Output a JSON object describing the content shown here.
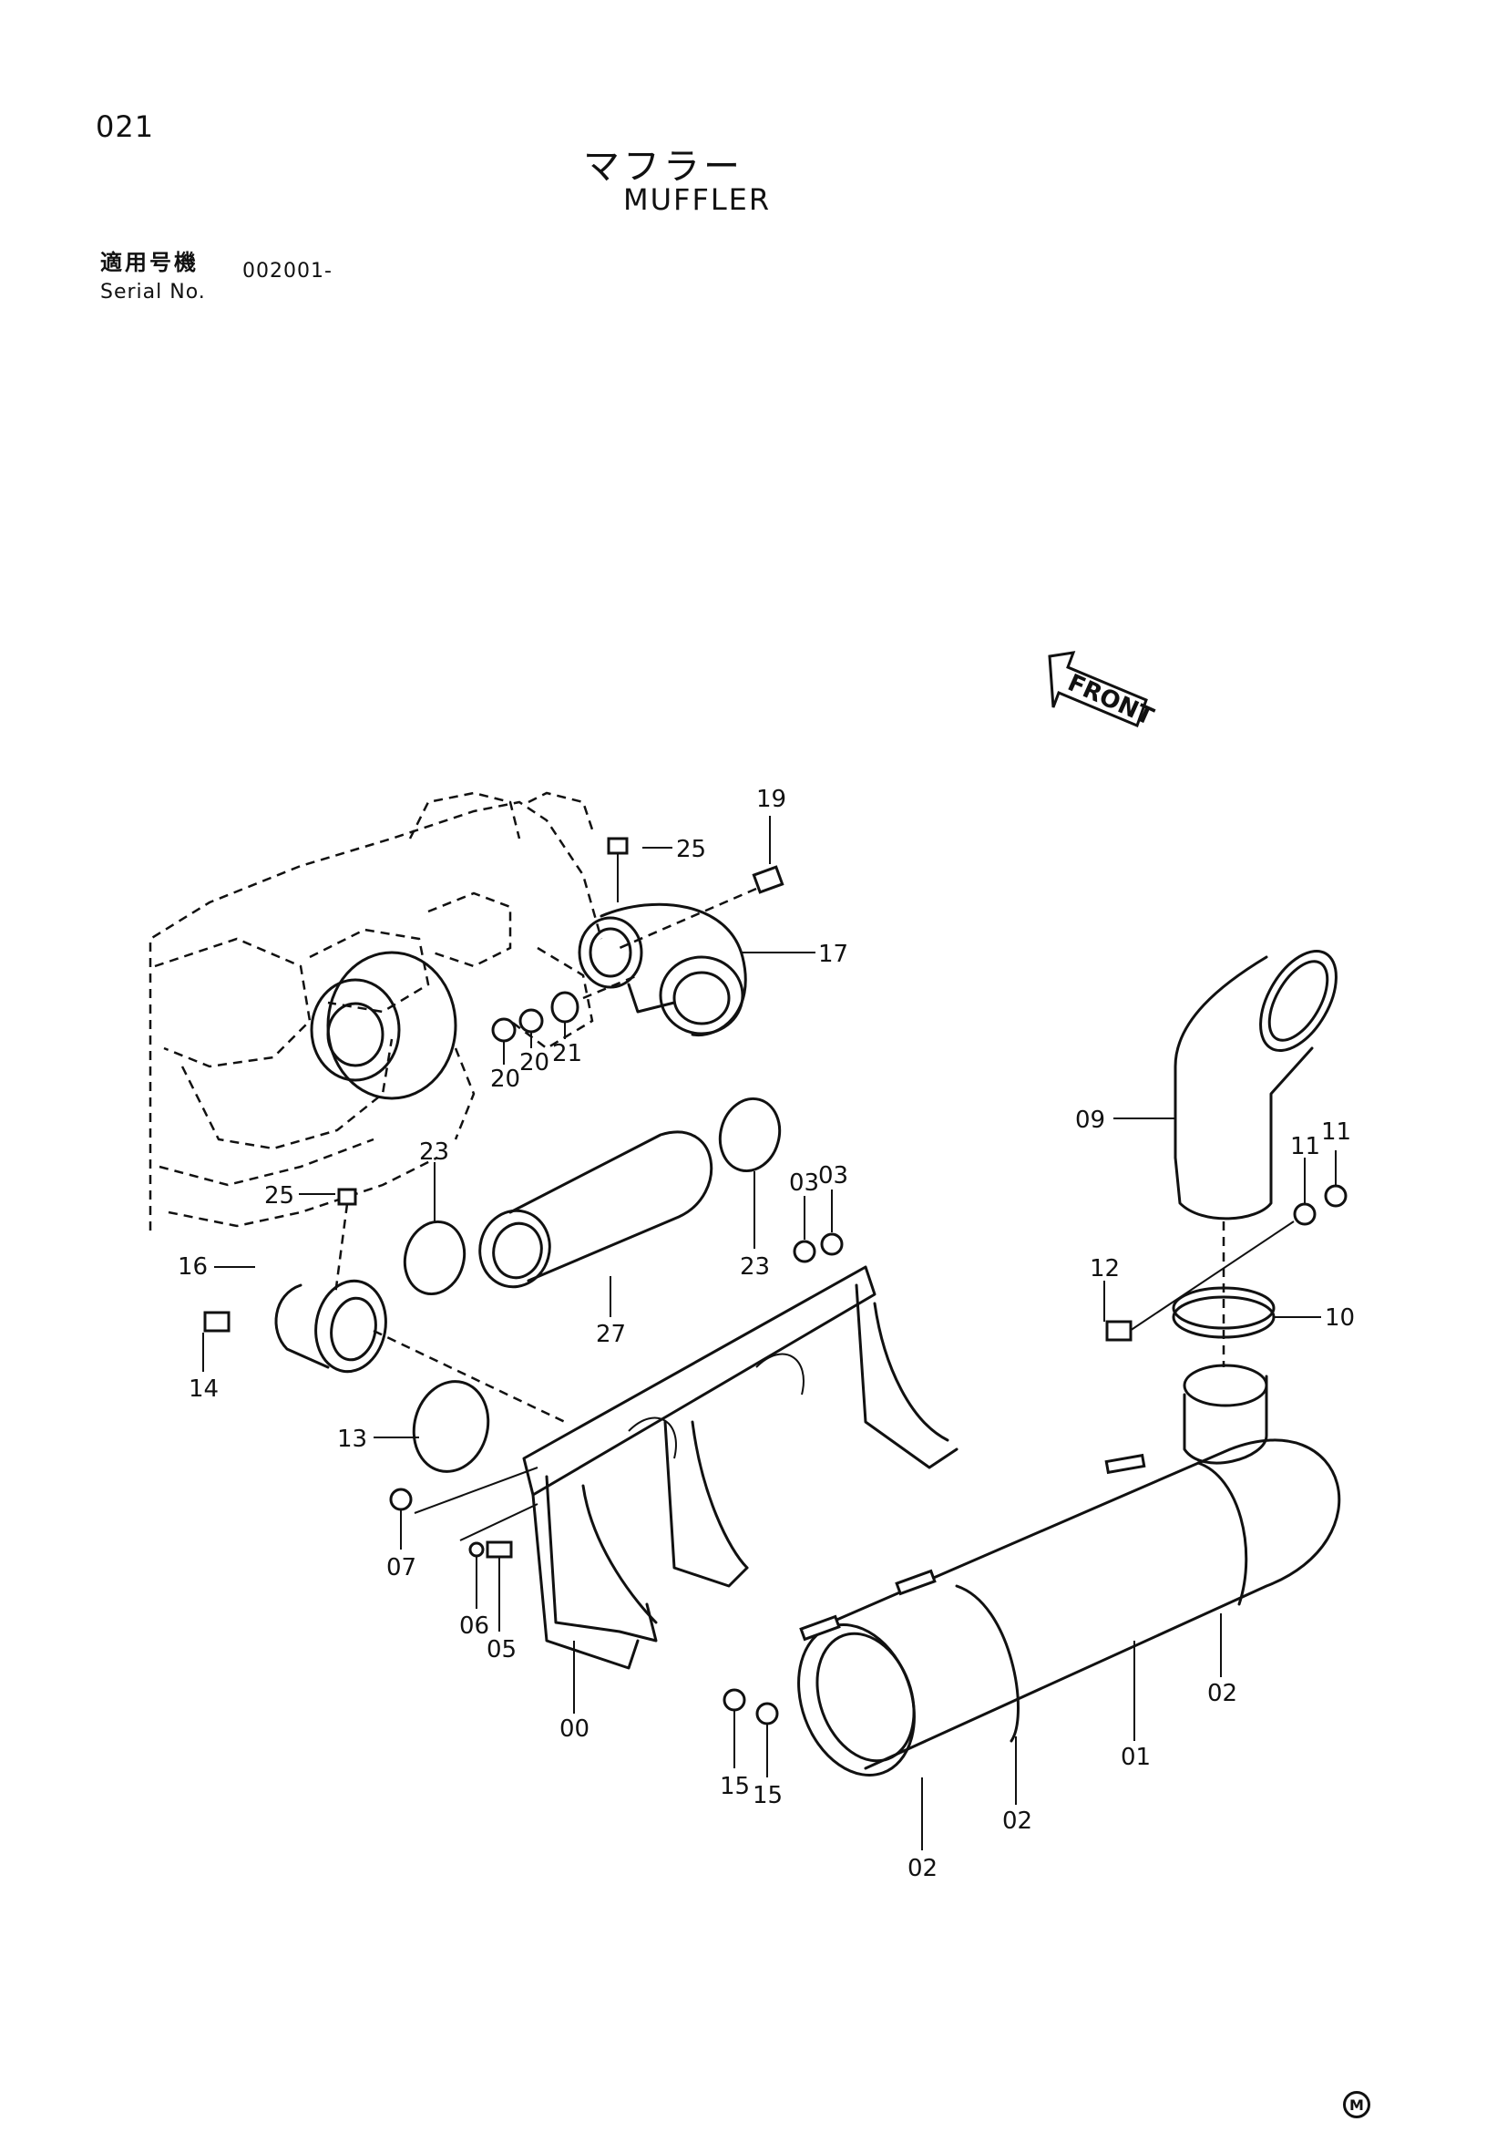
{
  "header": {
    "page_number": "021",
    "title_jp": "マフラー",
    "title_en": "MUFFLER",
    "serial_label_jp": "適用号機",
    "serial_label_en": "Serial No.",
    "serial_value": "002001-"
  },
  "front_arrow": {
    "label": "FRONT",
    "icon": "front-arrow-icon"
  },
  "callouts": {
    "c00": "00",
    "c01": "01",
    "c02a": "02",
    "c02b": "02",
    "c02c": "02",
    "c03a": "03",
    "c03b": "03",
    "c05": "05",
    "c06": "06",
    "c07": "07",
    "c09": "09",
    "c10": "10",
    "c11a": "11",
    "c11b": "11",
    "c12": "12",
    "c13": "13",
    "c14": "14",
    "c15a": "15",
    "c15b": "15",
    "c16": "16",
    "c17": "17",
    "c19": "19",
    "c20a": "20",
    "c20b": "20",
    "c21": "21",
    "c23a": "23",
    "c23b": "23",
    "c25a": "25",
    "c25b": "25",
    "c27": "27"
  },
  "footer_mark": "M"
}
